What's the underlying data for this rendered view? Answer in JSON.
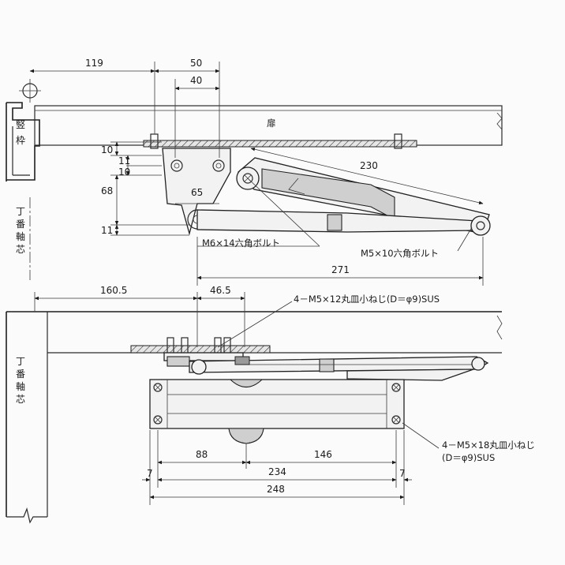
{
  "labels": {
    "door": "扉",
    "frame_top": "竪",
    "frame_bottom": "枠",
    "hinge_axis_top": [
      "丁",
      "番",
      "軸",
      "芯"
    ],
    "hinge_axis_bottom": [
      "丁",
      "番",
      "軸",
      "芯"
    ],
    "bolt_m6": "M6×14六角ボルト",
    "bolt_m5": "M5×10六角ボルト",
    "screw_top": "4－M5×12丸皿小ねじ(D＝φ9)SUS",
    "screw_bottom_line1": "4－M5×18丸皿小ねじ",
    "screw_bottom_line2": "(D＝φ9)SUS"
  },
  "dimensions": {
    "d119": "119",
    "d50": "50",
    "d40": "40",
    "d10": "10",
    "d11a": "11",
    "d10b": "10",
    "d68": "68",
    "d65": "65",
    "d11b": "11",
    "d230": "230",
    "d271": "271",
    "d160_5": "160.5",
    "d46_5": "46.5",
    "d88": "88",
    "d146": "146",
    "d7a": "7",
    "d234": "234",
    "d7b": "7",
    "d248": "248"
  },
  "colors": {
    "line": "#2a2a2a",
    "fill_light": "#f2f2f2",
    "fill_mid": "#cfcfcf",
    "fill_dark": "#9a9a9a"
  }
}
